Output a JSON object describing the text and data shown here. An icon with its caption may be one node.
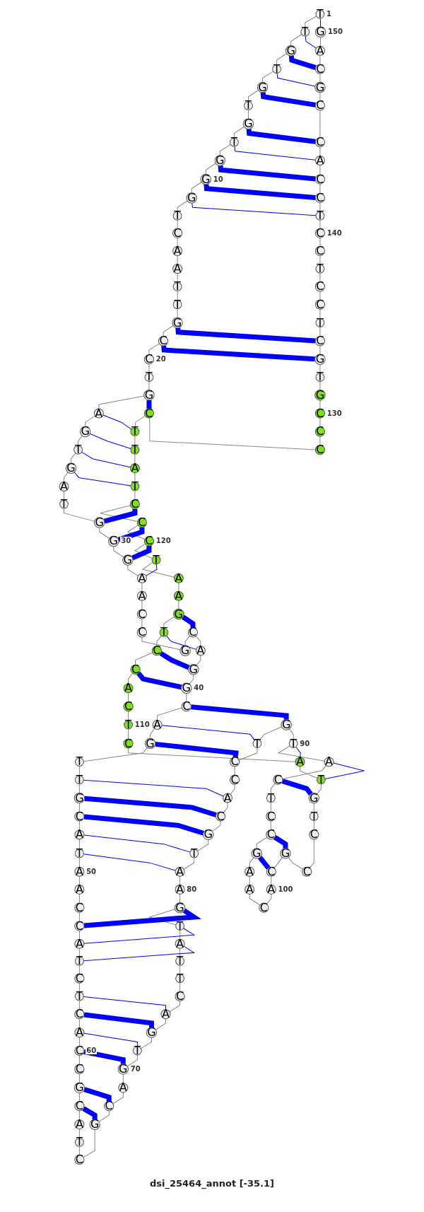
{
  "diagram": {
    "caption": "dsi_25464_annot [-35.1]",
    "nodes": [
      {
        "text": [
          "T"
        ],
        "beside": [
          "1"
        ]
      },
      {
        "text": [
          "T"
        ]
      },
      {
        "text": [
          "G"
        ]
      },
      {
        "text": [
          "T"
        ]
      },
      {
        "text": [
          "G"
        ]
      },
      {
        "text": [
          "T"
        ]
      },
      {
        "text": [
          "G"
        ]
      },
      {
        "text": [
          "T"
        ]
      },
      {
        "text": [
          "G"
        ]
      },
      {
        "text": [
          "G"
        ],
        "beside": [
          "10"
        ]
      },
      {
        "text": [
          "G"
        ]
      },
      {
        "text": [
          "T"
        ]
      },
      {
        "text": [
          "C"
        ]
      },
      {
        "text": [
          "A"
        ]
      },
      {
        "text": [
          "A"
        ]
      },
      {
        "text": [
          "T"
        ]
      },
      {
        "text": [
          "T"
        ]
      },
      {
        "text": [
          "G"
        ]
      },
      {
        "text": [
          "C"
        ]
      },
      {
        "text": [
          "C"
        ],
        "beside": [
          "20"
        ]
      },
      {
        "text": [
          "T"
        ]
      },
      {
        "text": [
          "G"
        ]
      },
      {
        "text": [
          "A"
        ]
      },
      {
        "text": [
          "G"
        ]
      },
      {
        "text": [
          "T"
        ]
      },
      {
        "text": [
          "G"
        ]
      },
      {
        "text": [
          "A"
        ]
      },
      {
        "text": [
          "T"
        ]
      },
      {
        "text": [
          "G"
        ]
      },
      {
        "text": [
          "G"
        ],
        "beside": [
          "30"
        ]
      },
      {
        "text": [
          "G"
        ]
      },
      {
        "text": [
          "A"
        ]
      },
      {
        "text": [
          "A"
        ]
      },
      {
        "text": [
          "C"
        ]
      },
      {
        "text": [
          "C"
        ]
      },
      {
        "text": [
          "G"
        ]
      },
      {
        "text": [
          "C"
        ]
      },
      {
        "text": [
          "A"
        ]
      },
      {
        "text": [
          "G"
        ]
      },
      {
        "text": [
          "G"
        ],
        "beside": [
          "40"
        ]
      },
      {
        "text": [
          "C"
        ]
      },
      {
        "text": [
          "A"
        ]
      },
      {
        "text": [
          "G"
        ]
      },
      {
        "text": [
          "T"
        ]
      },
      {
        "text": [
          "T"
        ]
      },
      {
        "text": [
          "G"
        ]
      },
      {
        "text": [
          "C"
        ]
      },
      {
        "text": [
          "A"
        ]
      },
      {
        "text": [
          "T"
        ]
      },
      {
        "text": [
          "A"
        ],
        "beside": [
          "50"
        ]
      },
      {
        "text": [
          "A"
        ]
      },
      {
        "text": [
          "C"
        ]
      },
      {
        "text": [
          "C"
        ]
      },
      {
        "text": [
          "A"
        ]
      },
      {
        "text": [
          "T"
        ]
      },
      {
        "text": [
          "C"
        ]
      },
      {
        "text": [
          "T"
        ]
      },
      {
        "text": [
          "C"
        ]
      },
      {
        "text": [
          "A"
        ]
      },
      {
        "text": [
          "C"
        ],
        "beside": [
          "60"
        ]
      },
      {
        "text": [
          "C"
        ]
      },
      {
        "text": [
          "G"
        ]
      },
      {
        "text": [
          "C"
        ]
      },
      {
        "text": [
          "A"
        ]
      },
      {
        "text": [
          "T"
        ]
      },
      {
        "text": [
          "C"
        ]
      },
      {
        "text": [
          "G"
        ]
      },
      {
        "text": [
          "C"
        ]
      },
      {
        "text": [
          "A"
        ]
      },
      {
        "text": [
          "G"
        ],
        "beside": [
          "70"
        ]
      },
      {
        "text": [
          "T"
        ]
      },
      {
        "text": [
          "G"
        ]
      },
      {
        "text": [
          "A"
        ]
      },
      {
        "text": [
          "C"
        ]
      },
      {
        "text": [
          "T"
        ]
      },
      {
        "text": [
          "T"
        ]
      },
      {
        "text": [
          "A"
        ]
      },
      {
        "text": [
          "T"
        ]
      },
      {
        "text": [
          "G"
        ]
      },
      {
        "text": [
          "A"
        ],
        "beside": [
          "80"
        ]
      },
      {
        "text": [
          "A"
        ]
      },
      {
        "text": [
          "T"
        ]
      },
      {
        "text": [
          "G"
        ]
      },
      {
        "text": [
          "C"
        ]
      },
      {
        "text": [
          "A"
        ]
      },
      {
        "text": [
          "C"
        ]
      },
      {
        "text": [
          "C"
        ]
      },
      {
        "text": [
          "T"
        ]
      },
      {
        "text": [
          "G"
        ]
      },
      {
        "text": [
          "T"
        ],
        "beside": [
          "90"
        ]
      },
      {
        "text": [
          "A"
        ]
      },
      {
        "text": [
          "C"
        ]
      },
      {
        "text": [
          "T"
        ]
      },
      {
        "text": [
          "C"
        ]
      },
      {
        "text": [
          "C"
        ]
      },
      {
        "text": [
          "G"
        ]
      },
      {
        "text": [
          "A"
        ]
      },
      {
        "text": [
          "A"
        ]
      },
      {
        "text": [
          "C"
        ]
      },
      {
        "text": [
          "A"
        ],
        "beside": [
          "100"
        ]
      },
      {
        "text": [
          "C"
        ]
      },
      {
        "text": [
          "G"
        ]
      },
      {
        "text": [
          "C"
        ]
      },
      {
        "text": [
          "C"
        ]
      },
      {
        "text": [
          "T"
        ]
      },
      {
        "text": [
          "G"
        ]
      },
      {
        "text": [
          "T"
        ]
      },
      {
        "text": [
          "A"
        ]
      },
      {
        "text": [
          "C"
        ]
      },
      {
        "text": [
          "T"
        ],
        "beside": [
          "110"
        ]
      },
      {
        "text": [
          "C"
        ]
      },
      {
        "text": [
          "A"
        ]
      },
      {
        "text": [
          "C"
        ]
      },
      {
        "text": [
          "C"
        ]
      },
      {
        "text": [
          "T"
        ]
      },
      {
        "text": [
          "G"
        ]
      },
      {
        "text": [
          "A"
        ]
      },
      {
        "text": [
          "A"
        ]
      },
      {
        "text": [
          "T"
        ]
      },
      {
        "text": [
          "C"
        ],
        "beside": [
          "120"
        ]
      },
      {
        "text": [
          "C"
        ]
      },
      {
        "text": [
          "C"
        ]
      },
      {
        "text": [
          "T"
        ]
      },
      {
        "text": [
          "A"
        ]
      },
      {
        "text": [
          "T"
        ]
      },
      {
        "text": [
          "T"
        ]
      },
      {
        "text": [
          "C"
        ]
      },
      {
        "text": [
          "C"
        ]
      },
      {
        "text": [
          "C"
        ]
      },
      {
        "text": [
          "C"
        ],
        "beside": [
          "130"
        ]
      },
      {
        "text": [
          "G"
        ]
      },
      {
        "text": [
          "T"
        ]
      },
      {
        "text": [
          "G"
        ]
      },
      {
        "text": [
          "C"
        ]
      },
      {
        "text": [
          "T"
        ]
      },
      {
        "text": [
          "C"
        ]
      },
      {
        "text": [
          "C"
        ]
      },
      {
        "text": [
          "T"
        ]
      },
      {
        "text": [
          "C"
        ]
      },
      {
        "text": [
          "C"
        ],
        "beside": [
          "140"
        ]
      },
      {
        "text": [
          "T"
        ]
      },
      {
        "text": [
          "C"
        ]
      },
      {
        "text": [
          "C"
        ]
      },
      {
        "text": [
          "A"
        ]
      },
      {
        "text": [
          "C"
        ]
      },
      {
        "text": [
          "C"
        ]
      },
      {
        "text": [
          "G"
        ]
      },
      {
        "text": [
          "C"
        ]
      },
      {
        "text": [
          "A"
        ]
      },
      {
        "text": [
          "G"
        ],
        "beside": [
          "150"
        ]
      }
    ],
    "edges": [
      {
        "from": 0,
        "to": 1,
        "arrow": "none"
      },
      {
        "from": 1,
        "to": 2,
        "arrow": "none"
      },
      {
        "from": 2,
        "to": 3,
        "arrow": "none"
      },
      {
        "from": 3,
        "to": 4,
        "arrow": "none"
      },
      {
        "from": 4,
        "to": 5,
        "arrow": "none"
      },
      {
        "from": 5,
        "to": 6,
        "arrow": "none"
      },
      {
        "from": 6,
        "to": 7,
        "arrow": "none"
      },
      {
        "from": 7,
        "to": 8,
        "arrow": "none"
      },
      {
        "from": 8,
        "to": 9,
        "arrow": "none"
      },
      {
        "from": 9,
        "to": 10,
        "arrow": "none"
      },
      {
        "from": 10,
        "to": 11,
        "arrow": "none"
      },
      {
        "from": 11,
        "to": 12,
        "arrow": "none"
      },
      {
        "from": 12,
        "to": 13,
        "arrow": "none"
      },
      {
        "from": 13,
        "to": 14,
        "arrow": "none"
      },
      {
        "from": 14,
        "to": 15,
        "arrow": "none"
      },
      {
        "from": 15,
        "to": 16,
        "arrow": "none"
      },
      {
        "from": 16,
        "to": 17,
        "arrow": "none"
      },
      {
        "from": 17,
        "to": 18,
        "arrow": "none"
      },
      {
        "from": 18,
        "to": 19,
        "arrow": "none"
      },
      {
        "from": 19,
        "to": 20,
        "arrow": "none"
      },
      {
        "from": 20,
        "to": 21,
        "arrow": "none"
      },
      {
        "from": 21,
        "to": 22,
        "arrow": "none"
      },
      {
        "from": 22,
        "to": 23,
        "arrow": "none"
      },
      {
        "from": 23,
        "to": 24,
        "arrow": "none"
      },
      {
        "from": 24,
        "to": 25,
        "arrow": "none"
      },
      {
        "from": 25,
        "to": 26,
        "arrow": "none"
      },
      {
        "from": 26,
        "to": 27,
        "arrow": "none"
      },
      {
        "from": 27,
        "to": 28,
        "arrow": "none"
      },
      {
        "from": 28,
        "to": 29,
        "arrow": "none"
      },
      {
        "from": 29,
        "to": 30,
        "arrow": "none"
      },
      {
        "from": 30,
        "to": 31,
        "arrow": "none"
      },
      {
        "from": 31,
        "to": 32,
        "arrow": "none"
      },
      {
        "from": 32,
        "to": 33,
        "arrow": "none"
      },
      {
        "from": 33,
        "to": 34,
        "arrow": "none"
      },
      {
        "from": 34,
        "to": 35,
        "arrow": "none"
      },
      {
        "from": 35,
        "to": 36,
        "arrow": "none"
      },
      {
        "from": 36,
        "to": 37,
        "arrow": "none"
      },
      {
        "from": 37,
        "to": 38,
        "arrow": "none"
      },
      {
        "from": 38,
        "to": 39,
        "arrow": "none"
      },
      {
        "from": 39,
        "to": 40,
        "arrow": "none"
      },
      {
        "from": 40,
        "to": 41,
        "arrow": "none"
      },
      {
        "from": 41,
        "to": 42,
        "arrow": "none"
      },
      {
        "from": 42,
        "to": 43,
        "arrow": "none"
      },
      {
        "from": 43,
        "to": 44,
        "arrow": "none"
      },
      {
        "from": 44,
        "to": 45,
        "arrow": "none"
      },
      {
        "from": 45,
        "to": 46,
        "arrow": "none"
      },
      {
        "from": 46,
        "to": 47,
        "arrow": "none"
      },
      {
        "from": 47,
        "to": 48,
        "arrow": "none"
      },
      {
        "from": 48,
        "to": 49,
        "arrow": "none"
      },
      {
        "from": 49,
        "to": 50,
        "arrow": "none"
      },
      {
        "from": 50,
        "to": 51,
        "arrow": "none"
      },
      {
        "from": 51,
        "to": 52,
        "arrow": "none"
      },
      {
        "from": 52,
        "to": 53,
        "arrow": "none"
      },
      {
        "from": 53,
        "to": 54,
        "arrow": "none"
      },
      {
        "from": 54,
        "to": 55,
        "arrow": "none"
      },
      {
        "from": 55,
        "to": 56,
        "arrow": "none"
      },
      {
        "from": 56,
        "to": 57,
        "arrow": "none"
      },
      {
        "from": 57,
        "to": 58,
        "arrow": "none"
      },
      {
        "from": 58,
        "to": 59,
        "arrow": "none"
      },
      {
        "from": 59,
        "to": 60,
        "arrow": "none"
      },
      {
        "from": 60,
        "to": 61,
        "arrow": "none"
      },
      {
        "from": 61,
        "to": 62,
        "arrow": "none"
      },
      {
        "from": 62,
        "to": 63,
        "arrow": "none"
      },
      {
        "from": 63,
        "to": 64,
        "arrow": "none"
      },
      {
        "from": 64,
        "to": 65,
        "arrow": "none"
      },
      {
        "from": 65,
        "to": 66,
        "arrow": "none"
      },
      {
        "from": 66,
        "to": 67,
        "arrow": "none"
      },
      {
        "from": 67,
        "to": 68,
        "arrow": "none"
      },
      {
        "from": 68,
        "to": 69,
        "arrow": "none"
      },
      {
        "from": 69,
        "to": 70,
        "arrow": "none"
      },
      {
        "from": 70,
        "to": 71,
        "arrow": "none"
      },
      {
        "from": 71,
        "to": 72,
        "arrow": "none"
      },
      {
        "from": 72,
        "to": 73,
        "arrow": "none"
      },
      {
        "from": 73,
        "to": 74,
        "arrow": "none"
      },
      {
        "from": 74,
        "to": 75,
        "arrow": "none"
      },
      {
        "from": 75,
        "to": 76,
        "arrow": "none"
      },
      {
        "from": 76,
        "to": 77,
        "arrow": "none"
      },
      {
        "from": 77,
        "to": 78,
        "arrow": "none"
      },
      {
        "from": 78,
        "to": 79,
        "arrow": "none"
      },
      {
        "from": 79,
        "to": 80,
        "arrow": "none"
      },
      {
        "from": 80,
        "to": 81,
        "arrow": "none"
      },
      {
        "from": 81,
        "to": 82,
        "arrow": "none"
      },
      {
        "from": 82,
        "to": 83,
        "arrow": "none"
      },
      {
        "from": 83,
        "to": 84,
        "arrow": "none"
      },
      {
        "from": 84,
        "to": 85,
        "arrow": "none"
      },
      {
        "from": 85,
        "to": 86,
        "arrow": "none"
      },
      {
        "from": 86,
        "to": 87,
        "arrow": "none"
      },
      {
        "from": 87,
        "to": 88,
        "arrow": "none"
      },
      {
        "from": 88,
        "to": 89,
        "arrow": "none"
      },
      {
        "from": 89,
        "to": 90,
        "arrow": "none"
      },
      {
        "from": 90,
        "to": 91,
        "arrow": "none"
      },
      {
        "from": 91,
        "to": 92,
        "arrow": "none"
      },
      {
        "from": 92,
        "to": 93,
        "arrow": "none"
      },
      {
        "from": 93,
        "to": 94,
        "arrow": "none"
      },
      {
        "from": 94,
        "to": 95,
        "arrow": "none"
      },
      {
        "from": 95,
        "to": 96,
        "arrow": "none"
      },
      {
        "from": 96,
        "to": 97,
        "arrow": "none"
      },
      {
        "from": 97,
        "to": 98,
        "arrow": "none"
      },
      {
        "from": 98,
        "to": 99,
        "arrow": "none"
      },
      {
        "from": 99,
        "to": 100,
        "arrow": "none"
      },
      {
        "from": 100,
        "to": 101,
        "arrow": "none"
      },
      {
        "from": 101,
        "to": 102,
        "arrow": "none"
      },
      {
        "from": 102,
        "to": 103,
        "arrow": "none"
      },
      {
        "from": 103,
        "to": 104,
        "arrow": "none"
      },
      {
        "from": 104,
        "to": 105,
        "arrow": "none"
      },
      {
        "from": 105,
        "to": 106,
        "arrow": "none"
      },
      {
        "from": 106,
        "to": 107,
        "arrow": "none"
      },
      {
        "from": 107,
        "to": 108,
        "arrow": "none"
      },
      {
        "from": 108,
        "to": 109,
        "arrow": "none"
      },
      {
        "from": 109,
        "to": 110,
        "arrow": "none"
      },
      {
        "from": 110,
        "to": 111,
        "arrow": "none"
      },
      {
        "from": 111,
        "to": 112,
        "arrow": "none"
      },
      {
        "from": 112,
        "to": 113,
        "arrow": "none"
      },
      {
        "from": 113,
        "to": 114,
        "arrow": "none"
      },
      {
        "from": 114,
        "to": 115,
        "arrow": "none"
      },
      {
        "from": 115,
        "to": 116,
        "arrow": "none"
      },
      {
        "from": 116,
        "to": 117,
        "arrow": "none"
      },
      {
        "from": 117,
        "to": 118,
        "arrow": "none"
      },
      {
        "from": 118,
        "to": 119,
        "arrow": "none"
      },
      {
        "from": 119,
        "to": 120,
        "arrow": "none"
      },
      {
        "from": 120,
        "to": 121,
        "arrow": "none"
      },
      {
        "from": 121,
        "to": 122,
        "arrow": "none"
      },
      {
        "from": 122,
        "to": 123,
        "arrow": "none"
      },
      {
        "from": 123,
        "to": 124,
        "arrow": "none"
      },
      {
        "from": 124,
        "to": 125,
        "arrow": "none"
      },
      {
        "from": 125,
        "to": 126,
        "arrow": "none"
      },
      {
        "from": 126,
        "to": 127,
        "arrow": "none"
      },
      {
        "from": 127,
        "to": 128,
        "arrow": "none"
      },
      {
        "from": 128,
        "to": 129,
        "arrow": "none"
      },
      {
        "from": 129,
        "to": 130,
        "arrow": "none"
      },
      {
        "from": 130,
        "to": 131,
        "arrow": "none"
      },
      {
        "from": 131,
        "to": 132,
        "arrow": "none"
      },
      {
        "from": 132,
        "to": 133,
        "arrow": "none"
      },
      {
        "from": 133,
        "to": 134,
        "arrow": "none"
      },
      {
        "from": 134,
        "to": 135,
        "arrow": "none"
      },
      {
        "from": 135,
        "to": 136,
        "arrow": "none"
      },
      {
        "from": 136,
        "to": 137,
        "arrow": "none"
      },
      {
        "from": 137,
        "to": 138,
        "arrow": "none"
      },
      {
        "from": 138,
        "to": 139,
        "arrow": "none"
      },
      {
        "from": 139,
        "to": 140,
        "arrow": "none"
      },
      {
        "from": 140,
        "to": 141,
        "arrow": "none"
      },
      {
        "from": 141,
        "to": 142,
        "arrow": "none"
      },
      {
        "from": 142,
        "to": 143,
        "arrow": "none"
      },
      {
        "from": 143,
        "to": 144,
        "arrow": "none"
      },
      {
        "from": 144,
        "to": 145,
        "arrow": "none"
      },
      {
        "from": 145,
        "to": 146,
        "arrow": "none"
      },
      {
        "from": 146,
        "to": 147,
        "arrow": "none"
      },
      {
        "from": 147,
        "to": 148,
        "arrow": "none"
      },
      {
        "from": 148,
        "to": 149,
        "arrow": "none"
      },
      {
        "from": 0,
        "to": 149,
        "arrow": "none",
        "color": "#0000ff"
      },
      {
        "from": 1,
        "to": 148,
        "arrow": "none",
        "color": "#0000ff"
      },
      {
        "from": 2,
        "to": 147,
        "arrow": "none",
        "style": "thick",
        "color": "#0000ff"
      },
      {
        "from": 3,
        "to": 146,
        "arrow": "none",
        "color": "#0000ff"
      },
      {
        "from": 4,
        "to": 145,
        "arrow": "none",
        "style": "thick",
        "color": "#0000ff"
      },
      {
        "from": 6,
        "to": 144,
        "arrow": "none",
        "style": "thick",
        "color": "#0000ff"
      },
      {
        "from": 7,
        "to": 143,
        "arrow": "none",
        "color": "#0000ff"
      },
      {
        "from": 8,
        "to": 142,
        "arrow": "none",
        "style": "thick",
        "color": "#0000ff"
      },
      {
        "from": 9,
        "to": 141,
        "arrow": "none",
        "style": "thick",
        "color": "#0000ff"
      },
      {
        "from": 10,
        "to": 140,
        "arrow": "none",
        "color": "#0000ff"
      },
      {
        "from": 17,
        "to": 133,
        "arrow": "none",
        "style": "thick",
        "color": "#0000ff"
      },
      {
        "from": 18,
        "to": 132,
        "arrow": "none",
        "style": "thick",
        "color": "#0000ff"
      },
      {
        "from": 21,
        "to": 126,
        "arrow": "none",
        "style": "thick",
        "color": "#0000ff"
      },
      {
        "from": 22,
        "to": 125,
        "arrow": "none",
        "color": "#0000ff"
      },
      {
        "from": 23,
        "to": 124,
        "arrow": "none",
        "color": "#0000ff"
      },
      {
        "from": 24,
        "to": 123,
        "arrow": "none",
        "color": "#0000ff"
      },
      {
        "from": 25,
        "to": 122,
        "arrow": "none",
        "color": "#0000ff"
      },
      {
        "from": 28,
        "to": 121,
        "arrow": "none",
        "style": "thick",
        "color": "#0000ff"
      },
      {
        "from": 29,
        "to": 120,
        "arrow": "none",
        "style": "thick",
        "color": "#0000ff"
      },
      {
        "from": 30,
        "to": 119,
        "arrow": "none",
        "style": "thick",
        "color": "#0000ff"
      },
      {
        "from": 31,
        "to": 118,
        "arrow": "none",
        "color": "#0000ff"
      },
      {
        "from": 36,
        "to": 115,
        "arrow": "none",
        "style": "thick",
        "color": "#0000ff"
      },
      {
        "from": 37,
        "to": 114,
        "arrow": "none",
        "color": "#0000ff"
      },
      {
        "from": 38,
        "to": 113,
        "arrow": "none",
        "style": "thick",
        "color": "#0000ff"
      },
      {
        "from": 39,
        "to": 112,
        "arrow": "none",
        "style": "thick",
        "color": "#0000ff"
      },
      {
        "from": 40,
        "to": 88,
        "arrow": "none",
        "style": "thick",
        "color": "#0000ff"
      },
      {
        "from": 41,
        "to": 87,
        "arrow": "none",
        "color": "#0000ff"
      },
      {
        "from": 42,
        "to": 86,
        "arrow": "none",
        "style": "thick",
        "color": "#0000ff"
      },
      {
        "from": 44,
        "to": 84,
        "arrow": "none",
        "color": "#0000ff"
      },
      {
        "from": 45,
        "to": 83,
        "arrow": "none",
        "style": "thick",
        "color": "#0000ff"
      },
      {
        "from": 46,
        "to": 82,
        "arrow": "none",
        "style": "thick",
        "color": "#0000ff"
      },
      {
        "from": 47,
        "to": 81,
        "arrow": "none",
        "color": "#0000ff"
      },
      {
        "from": 48,
        "to": 80,
        "arrow": "none",
        "color": "#0000ff"
      },
      {
        "from": 52,
        "to": 78,
        "arrow": "none",
        "style": "thick",
        "color": "#0000ff"
      },
      {
        "from": 53,
        "to": 77,
        "arrow": "none",
        "color": "#0000ff"
      },
      {
        "from": 54,
        "to": 76,
        "arrow": "none",
        "color": "#0000ff"
      },
      {
        "from": 56,
        "to": 72,
        "arrow": "none",
        "color": "#0000ff"
      },
      {
        "from": 57,
        "to": 71,
        "arrow": "none",
        "style": "thick",
        "color": "#0000ff"
      },
      {
        "from": 58,
        "to": 70,
        "arrow": "none",
        "color": "#0000ff"
      },
      {
        "from": 59,
        "to": 69,
        "arrow": "none",
        "style": "thick",
        "color": "#0000ff"
      },
      {
        "from": 61,
        "to": 67,
        "arrow": "none",
        "style": "thick",
        "color": "#0000ff"
      },
      {
        "from": 62,
        "to": 66,
        "arrow": "none",
        "style": "thick",
        "color": "#0000ff"
      },
      {
        "from": 89,
        "to": 107,
        "arrow": "none",
        "color": "#0000ff"
      },
      {
        "from": 90,
        "to": 106,
        "arrow": "none",
        "color": "#0000ff"
      },
      {
        "from": 91,
        "to": 105,
        "arrow": "none",
        "style": "thick",
        "color": "#0000ff"
      },
      {
        "from": 94,
        "to": 101,
        "arrow": "none",
        "style": "thick",
        "color": "#0000ff"
      },
      {
        "from": 95,
        "to": 100,
        "arrow": "none",
        "style": "thick",
        "color": "#0000ff"
      }
    ]
  }
}
